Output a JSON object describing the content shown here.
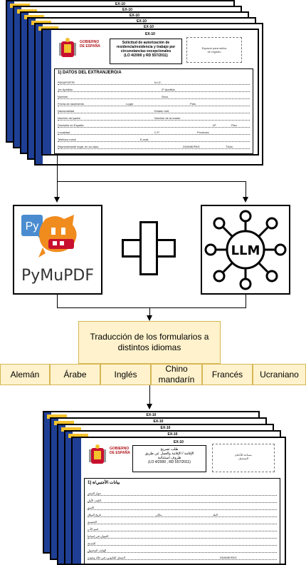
{
  "diagram": {
    "source_form": {
      "code": "EX-10",
      "gov_logo_text": "GOBIERNO\nDE ESPAÑA",
      "title_lines": [
        "Solicitud de autorización de",
        "residencia/residencia y trabajo por",
        "circunstancias excepcionales",
        "(LO 4/2000 y RD 557/2011)"
      ],
      "register_box": "Espacio para sellos\nde registro",
      "section_title": "1)  DATOS DEL EXTRANJERO/A",
      "field_labels": [
        "PASAPORTE",
        "N.I.E.",
        "1er Apellido",
        "2º Apellido",
        "Nombre",
        "Sexo",
        "Fecha de nacimiento",
        "Lugar",
        "País",
        "Nacionalidad",
        "Estado civil",
        "Nombre del padre",
        "Nombre de la madre",
        "Domicilio en España",
        "Nº",
        "Piso",
        "Localidad",
        "C.P.",
        "Provincia",
        "Teléfono móvil",
        "E-mail",
        "Representante legal, en su caso",
        "DNI/NIE/PAS",
        "Título"
      ],
      "back_titles": [
        "EX-10",
        "EX-10",
        "EX-10",
        "EX-10",
        "EX-10"
      ]
    },
    "tools": [
      {
        "name": "PyMuPDF",
        "badge": "Py"
      },
      {
        "name": "LLM"
      }
    ],
    "plus_symbol": "+",
    "translation_box": "Traducción de los formularios a distintos idiomas",
    "languages": [
      "Alemán",
      "Árabe",
      "Inglés",
      "Chino mandarín",
      "Francés",
      "Ucraniano"
    ],
    "output_form": {
      "code": "EX-10",
      "gov_logo_text": "GOBIERNO\nDE ESPAÑA",
      "title_lines": [
        "طلب تصريح",
        "الإقامة / الإقامة والعمل عن طريق",
        "ظروف استثنائية",
        "(LO 4/2000 , RD 557/2011)"
      ],
      "register_box": "مساحة للأختام\nالتسجيل",
      "section_title": "بيانات الأجنبي/ة  (1",
      "field_labels": [
        "جواز السفر",
        "اللقب الأول",
        "الاسم",
        "تاريخ الميلاد",
        "مكان",
        "البلد",
        "الجنسية",
        "اسم الأب",
        "العنوان في إسبانيا",
        "المدينة",
        "الهاتف المحمول",
        "الممثل القانوني، في حالة وجوده",
        "DNI/NIE/PAS"
      ],
      "back_titles": [
        "EX-10",
        "EX-10",
        "EX-10",
        "EX-10"
      ]
    }
  },
  "colors": {
    "box_fill": "#fff2cc",
    "box_border": "#d6b656",
    "eu_blue": "#1f3f95",
    "gold": "#f3c22d",
    "logo_orange": "#f08c1e",
    "logo_blue": "#4a8ccf"
  }
}
